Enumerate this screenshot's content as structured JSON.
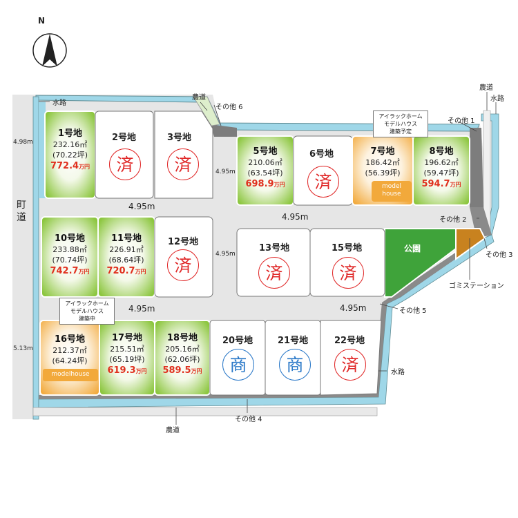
{
  "compass": {
    "north": "N"
  },
  "roads": {
    "machido": "町\n道",
    "width_main": "4.95m",
    "width_small": "4.95m",
    "width_west_top": "4.98m",
    "width_west_bottom": "5.13m"
  },
  "labels": {
    "suiro_nw": "水路",
    "nodo_top": "農道",
    "sonota6": "その他 6",
    "sonota1": "その他 1",
    "nodo_ne": "農道",
    "suiro_ne": "水路",
    "sonota2": "その他 2",
    "sonota3": "その他 3",
    "gomi": "ゴミステーション",
    "sonota5": "その他 5",
    "suiro_se": "水路",
    "sonota4": "その他 4",
    "nodo_bottom": "農道",
    "park": "公園"
  },
  "road_widths": {
    "r1": "4.95m",
    "r2": "4.95m",
    "r3": "4.95m",
    "r4": "4.95m",
    "r5": "4.95m",
    "r6": "4.95m",
    "r7": "4.95m"
  },
  "callouts": {
    "c7": {
      "l1": "アイラックホーム",
      "l2": "モデルハウス",
      "l3": "建築予定"
    },
    "c16": {
      "l1": "アイラックホーム",
      "l2": "モデルハウス",
      "l3": "建築中"
    }
  },
  "lots": {
    "l1": {
      "name": "1号地",
      "area": "232.16㎡",
      "tsubo": "(70.22坪)",
      "price": "772.4",
      "unit": "万円"
    },
    "l2": {
      "name": "2号地",
      "stamp": "済"
    },
    "l3": {
      "name": "3号地",
      "stamp": "済"
    },
    "l5": {
      "name": "5号地",
      "area": "210.06㎡",
      "tsubo": "(63.54坪)",
      "price": "698.9",
      "unit": "万円"
    },
    "l6": {
      "name": "6号地",
      "stamp": "済"
    },
    "l7": {
      "name": "7号地",
      "area": "186.42㎡",
      "tsubo": "(56.39坪)",
      "note1": "model",
      "note2": "house"
    },
    "l8": {
      "name": "8号地",
      "area": "196.62㎡",
      "tsubo": "(59.47坪)",
      "price": "594.7",
      "unit": "万円"
    },
    "l10": {
      "name": "10号地",
      "area": "233.88㎡",
      "tsubo": "(70.74坪)",
      "price": "742.7",
      "unit": "万円"
    },
    "l11": {
      "name": "11号地",
      "area": "226.91㎡",
      "tsubo": "(68.64坪)",
      "price": "720.7",
      "unit": "万円"
    },
    "l12": {
      "name": "12号地",
      "stamp": "済"
    },
    "l13": {
      "name": "13号地",
      "stamp": "済"
    },
    "l15": {
      "name": "15号地",
      "stamp": "済"
    },
    "l16": {
      "name": "16号地",
      "area": "212.37㎡",
      "tsubo": "(64.24坪)",
      "note": "modelhouse"
    },
    "l17": {
      "name": "17号地",
      "area": "215.51㎡",
      "tsubo": "(65.19坪)",
      "price": "619.3",
      "unit": "万円"
    },
    "l18": {
      "name": "18号地",
      "area": "205.16㎡",
      "tsubo": "(62.06坪)",
      "price": "589.5",
      "unit": "万円"
    },
    "l20": {
      "name": "20号地",
      "stamp": "商"
    },
    "l21": {
      "name": "21号地",
      "stamp": "商"
    },
    "l22": {
      "name": "22号地",
      "stamp": "済"
    }
  },
  "colors": {
    "available": "#8cc63f",
    "model": "#f2a93b",
    "sold": "#ffffff",
    "park": "#3fa33a",
    "road": "#e6e6e6",
    "water": "#9fd7e8",
    "stamp_sold": "#e02828",
    "stamp_commercial": "#2a78c8",
    "price": "#e0301e"
  }
}
